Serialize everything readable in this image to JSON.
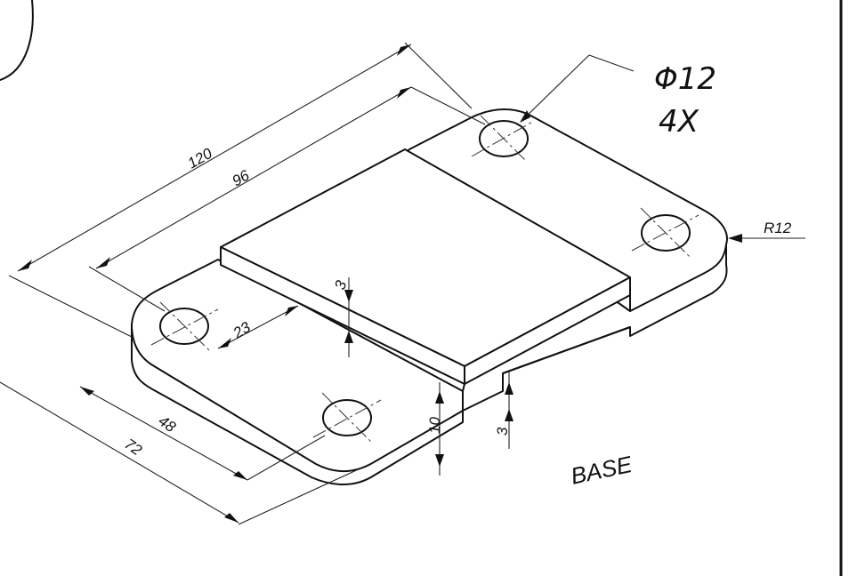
{
  "drawing": {
    "title": "BASE",
    "dims": {
      "overall_length": "120",
      "hole_spacing_length": "96",
      "hole_to_edge": "23",
      "step_top": "3",
      "base_thickness": "10",
      "step_side": "3",
      "hole_spacing_width": "48",
      "overall_width": "72",
      "corner_radius": "R12"
    },
    "hole_note": {
      "diameter": "Φ12",
      "count": "4X"
    }
  }
}
